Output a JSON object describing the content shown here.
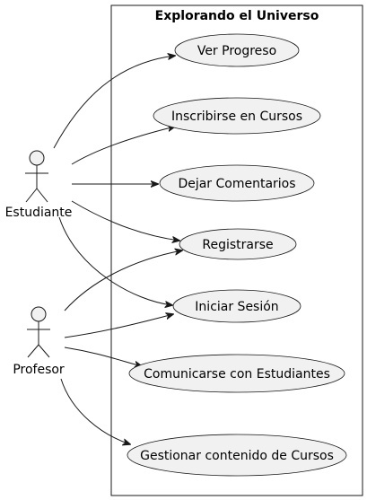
{
  "system": {
    "title": "Explorando el Universo"
  },
  "actors": {
    "estudiante": "Estudiante",
    "profesor": "Profesor"
  },
  "use_cases": {
    "ver_progreso": "Ver Progreso",
    "inscribirse": "Inscribirse en Cursos",
    "dejar_comentarios": "Dejar Comentarios",
    "registrarse": "Registrarse",
    "iniciar_sesion": "Iniciar Sesión",
    "comunicarse": "Comunicarse con Estudiantes",
    "gestionar": "Gestionar contenido de Cursos"
  },
  "colors": {
    "fill": "#f1f1f1",
    "stroke": "#181818"
  }
}
